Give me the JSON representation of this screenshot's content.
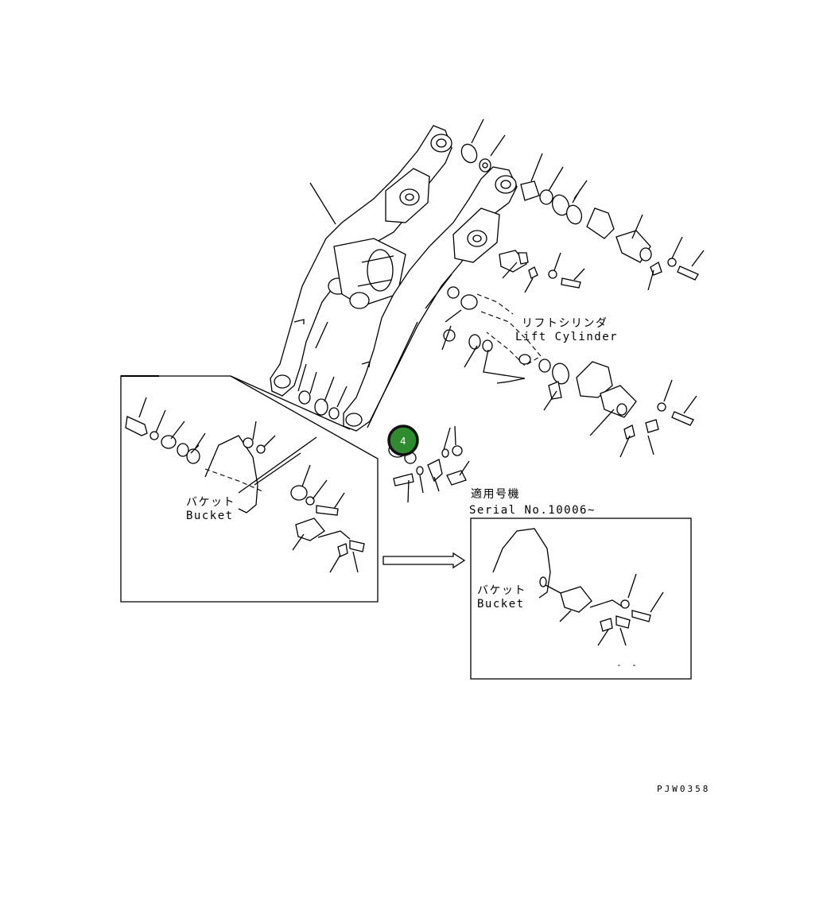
{
  "labels": {
    "lift_cylinder_jp": "リフトシリンダ",
    "lift_cylinder_en": "Lift Cylinder",
    "bucket_jp": "バケット",
    "bucket_en": "Bucket",
    "bucket2_jp": "バケット",
    "bucket2_en": "Bucket",
    "applicable_jp": "適用号機",
    "serial": "Serial No.10006~",
    "drawing_id": "PJW0358",
    "detail_mark": "- -"
  },
  "callout": {
    "number": "4",
    "color": "#2e8b2e"
  }
}
